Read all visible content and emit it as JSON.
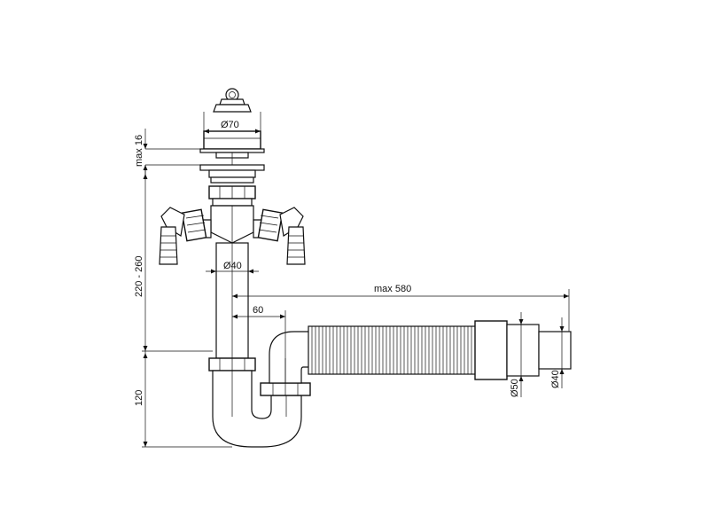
{
  "dimensions": {
    "plug_diameter": "Ø70",
    "max_height": "max 16",
    "tube_diameter": "Ø40",
    "height_range": "220 - 260",
    "max_length": "max 580",
    "offset": "60",
    "trap_height": "120",
    "outlet_diameter_1": "Ø50",
    "outlet_diameter_2": "Ø40"
  }
}
